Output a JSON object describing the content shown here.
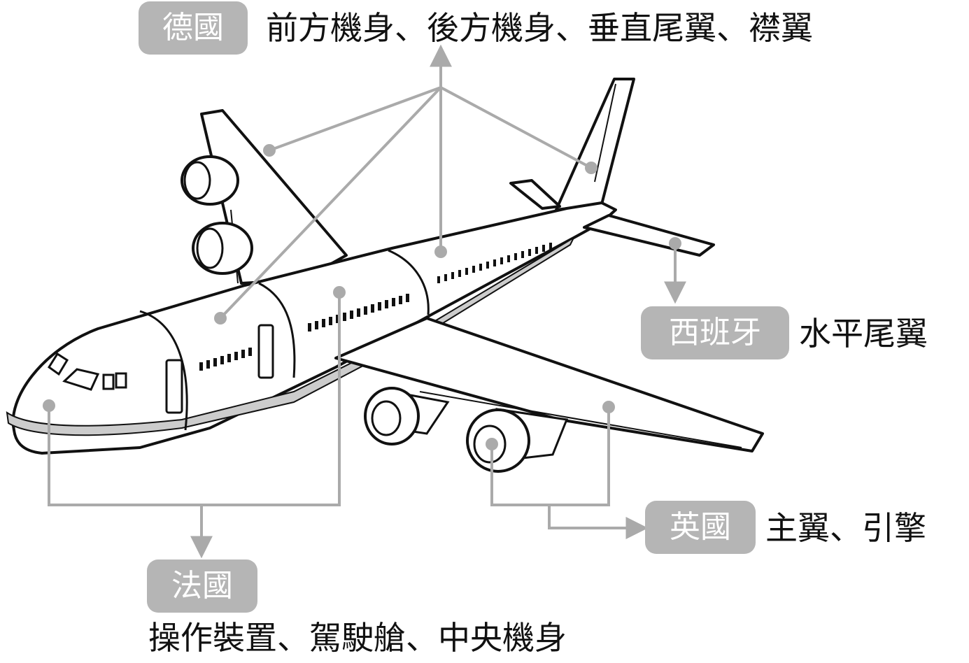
{
  "labels": {
    "germany": {
      "country": "德國",
      "parts": "前方機身、後方機身、垂直尾翼、襟翼"
    },
    "spain": {
      "country": "西班牙",
      "parts": "水平尾翼"
    },
    "uk": {
      "country": "英國",
      "parts": "主翼、引擎"
    },
    "france": {
      "country": "法國",
      "parts": "操作裝置、駕駛艙、中央機身"
    }
  },
  "colors": {
    "badge": "#b5b5b5",
    "leader_line": "#aaaaaa",
    "outline": "#111111",
    "text": "#111111"
  }
}
